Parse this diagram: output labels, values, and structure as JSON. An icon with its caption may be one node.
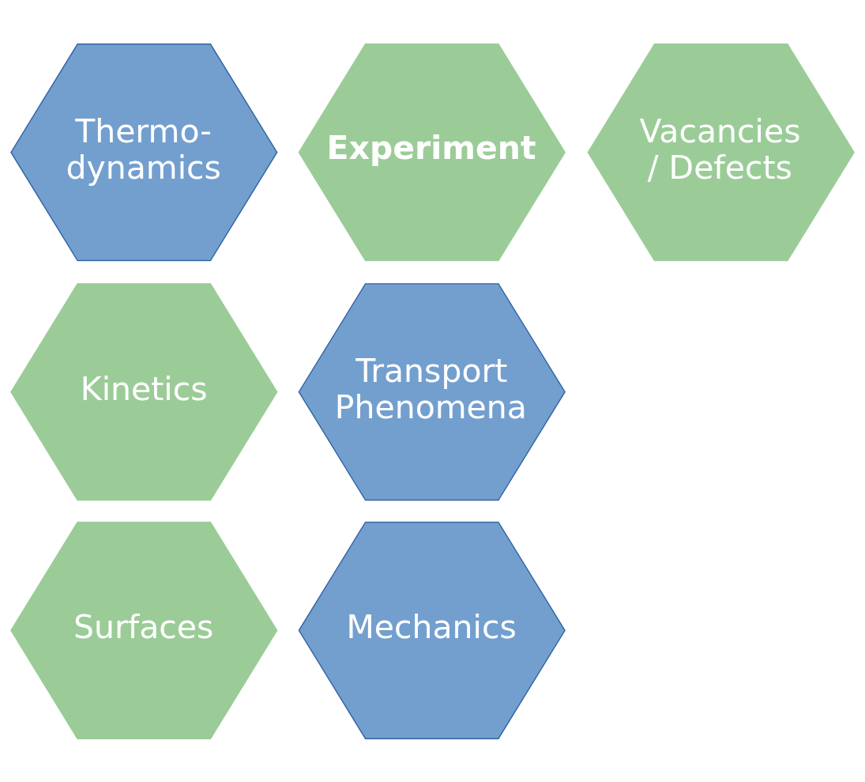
{
  "diagram": {
    "nodes": [
      {
        "text": [
          "Thermo- dynamics"
        ]
      },
      {
        "text": [
          "Kinetics"
        ]
      },
      {
        "text": [
          "Surfaces"
        ]
      },
      {
        "text": [
          "Experiment"
        ]
      },
      {
        "text": [
          "Transport Phenomena"
        ]
      },
      {
        "text": [
          "Mechanics"
        ]
      },
      {
        "text": [
          "Vacancies / Defects"
        ]
      }
    ]
  }
}
